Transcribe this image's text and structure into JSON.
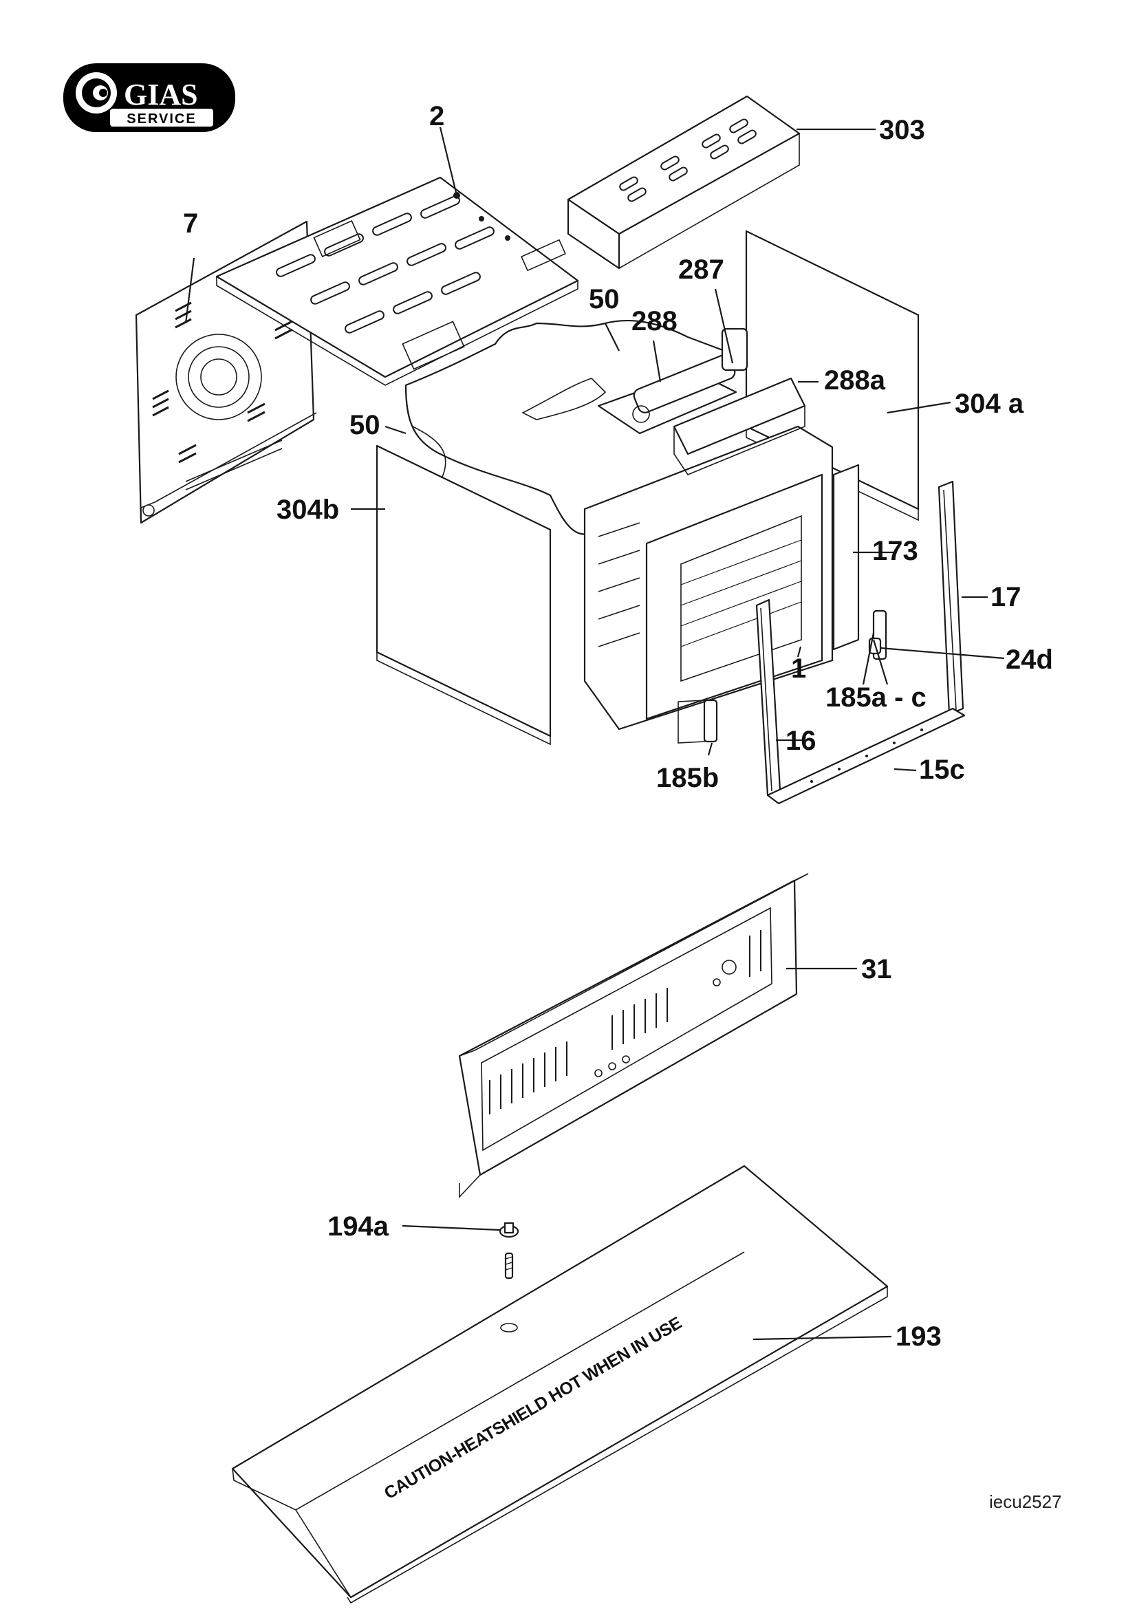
{
  "logo": {
    "brand": "GIAS",
    "subtitle": "SERVICE"
  },
  "callouts": {
    "c2": "2",
    "c303": "303",
    "c7": "7",
    "c287": "287",
    "c50_top": "50",
    "c288": "288",
    "c288a": "288a",
    "c304a": "304 a",
    "c50_left": "50",
    "c304b": "304b",
    "c173": "173",
    "c17": "17",
    "c24d": "24d",
    "c1": "1",
    "c185ac": "185a - c",
    "c16": "16",
    "c185b": "185b",
    "c15c": "15c",
    "c31": "31",
    "c194a": "194a",
    "c193": "193"
  },
  "heatshield_text": "CAUTION-HEATSHIELD HOT WHEN IN USE",
  "drawing_ref": "iecu2527"
}
